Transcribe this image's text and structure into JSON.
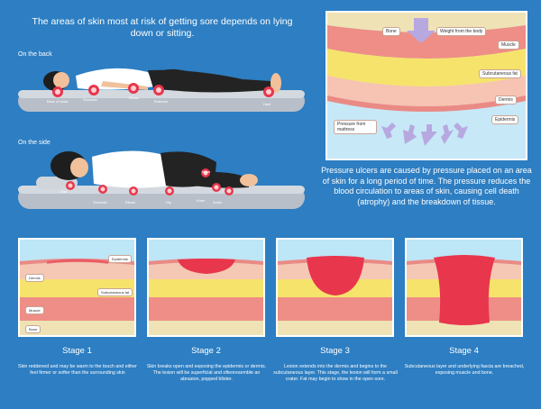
{
  "heading": "The areas of skin most at risk of getting sore depends on lying down or sitting.",
  "back": {
    "label": "On the back",
    "points": [
      "Back of head",
      "Shoulder",
      "Elbow",
      "Buttocks",
      "Heel"
    ]
  },
  "side": {
    "label": "On the side",
    "points": [
      "Ear",
      "Shoulder",
      "Elbow",
      "Hip",
      "Knee",
      "Ankle",
      "Knee"
    ]
  },
  "diagram": {
    "labels": {
      "bone": "Bone",
      "weight": "Weight from the body",
      "muscle": "Muscle",
      "fat": "Subcutaneous fat",
      "dermis": "Dermis",
      "epidermis": "Epidermis",
      "pressure": "Pressure from mattress"
    }
  },
  "caption": "Pressure ulcers are caused by pressure placed on an area of skin for a long period of time. The pressure reduces the blood circulation to areas of skin, causing cell death (atrophy) and the breakdown of tissue.",
  "stage1_labels": {
    "epidermis": "Epidermis",
    "dermis": "Dermis",
    "fat": "Subcutaneous fat",
    "muscle": "Muscle",
    "bone": "Bone"
  },
  "stages": [
    {
      "title": "Stage 1",
      "text": "Skin reddened and may be warm to the touch and either feel firmer or softer than the surrounding skin"
    },
    {
      "title": "Stage 2",
      "text": "Skin breaks open and exposing the epidermis or dermis. The lesion will be superficial and oftenresemble an abrasion, popped blister."
    },
    {
      "title": "Stage 3",
      "text": "Lesion extends into the dermis and begins to the subcutaneous layer. This stage, the lesion will form a small crater. Fat may begin to show in the open sore."
    },
    {
      "title": "Stage 4",
      "text": "Subcutaneous layer and underlying fascia are breached, exposing muscle and bone."
    }
  ],
  "colors": {
    "background": "#2d7ec2",
    "skin": "#f2b9a5",
    "fat": "#f6e36c",
    "muscle": "#ef8f86",
    "wound": "#e8364d"
  }
}
